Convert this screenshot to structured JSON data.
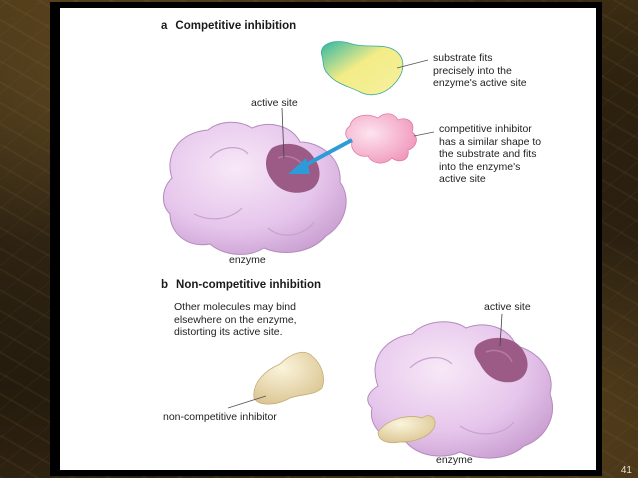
{
  "section_a": {
    "letter": "a",
    "title": "Competitive inhibition",
    "substrate_note": "substrate fits\nprecisely into the\nenzyme's active site",
    "active_site_label": "active site",
    "inhibitor_note": "competitive inhibitor\nhas a similar shape to\nthe substrate and fits\ninto the enzyme's\nactive site",
    "enzyme_label": "enzyme"
  },
  "section_b": {
    "letter": "b",
    "title": "Non-competitive inhibition",
    "description": "Other molecules may bind\nelsewhere on the enzyme,\ndistorting its active site.",
    "active_site_label": "active site",
    "inhibitor_label": "non-competitive inhibitor",
    "enzyme_label": "enzyme"
  },
  "page_number": "41",
  "colors": {
    "enzyme": "#e8c9ee",
    "active_site": "#9c5a86",
    "substrate_yellow": "#f3ec87",
    "substrate_teal": "#2fb7a4",
    "inhibitor_pink": "#f3a4c4",
    "arrow": "#2e9bd9",
    "noncomp_inhibitor": "#ecdcb2"
  }
}
